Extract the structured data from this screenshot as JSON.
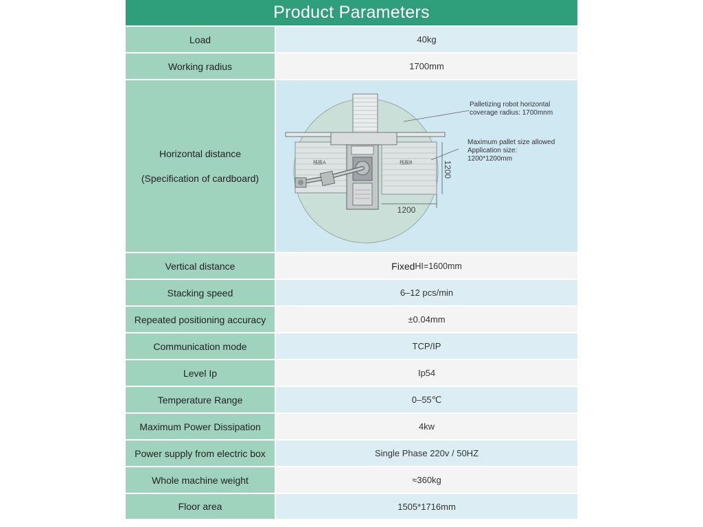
{
  "header": {
    "title": "Product Parameters"
  },
  "rows": [
    {
      "label": "Load",
      "value": "40kg"
    },
    {
      "label": "Working radius",
      "value": "1700mm"
    },
    {
      "label": "Horizontal distance",
      "label_sub": "(Specification of cardboard)"
    },
    {
      "label": "Vertical distance",
      "value_prefix": "Fixed",
      "value": "HI=1600mm"
    },
    {
      "label": "Stacking speed",
      "value": "6–12 pcs/min"
    },
    {
      "label": "Repeated positioning accuracy",
      "value": "±0.04mm"
    },
    {
      "label": "Communication mode",
      "value": "TCP/IP"
    },
    {
      "label": "Level Ip",
      "value": "Ip54"
    },
    {
      "label": "Temperature Range",
      "value": "0–55℃"
    },
    {
      "label": "Maximum Power Dissipation",
      "value": "4kw"
    },
    {
      "label": "Power supply from electric box",
      "value": "Single Phase 220v / 50HZ"
    },
    {
      "label": "Whole machine weight",
      "value": "≈360kg"
    },
    {
      "label": "Floor area",
      "value": "1505*1716mm"
    }
  ],
  "diagram": {
    "callout_radius_1": "Palletizing robot horizontal",
    "callout_radius_2": "coverage radius: 1700mnm",
    "callout_pallet_1": "Maximum pallet size allowed",
    "callout_pallet_2": "Application size:",
    "callout_pallet_3": "1200*1200mm",
    "pallet_a": "栈板A",
    "pallet_b": "栈板B",
    "dim_width": "1200",
    "dim_height": "1200"
  }
}
